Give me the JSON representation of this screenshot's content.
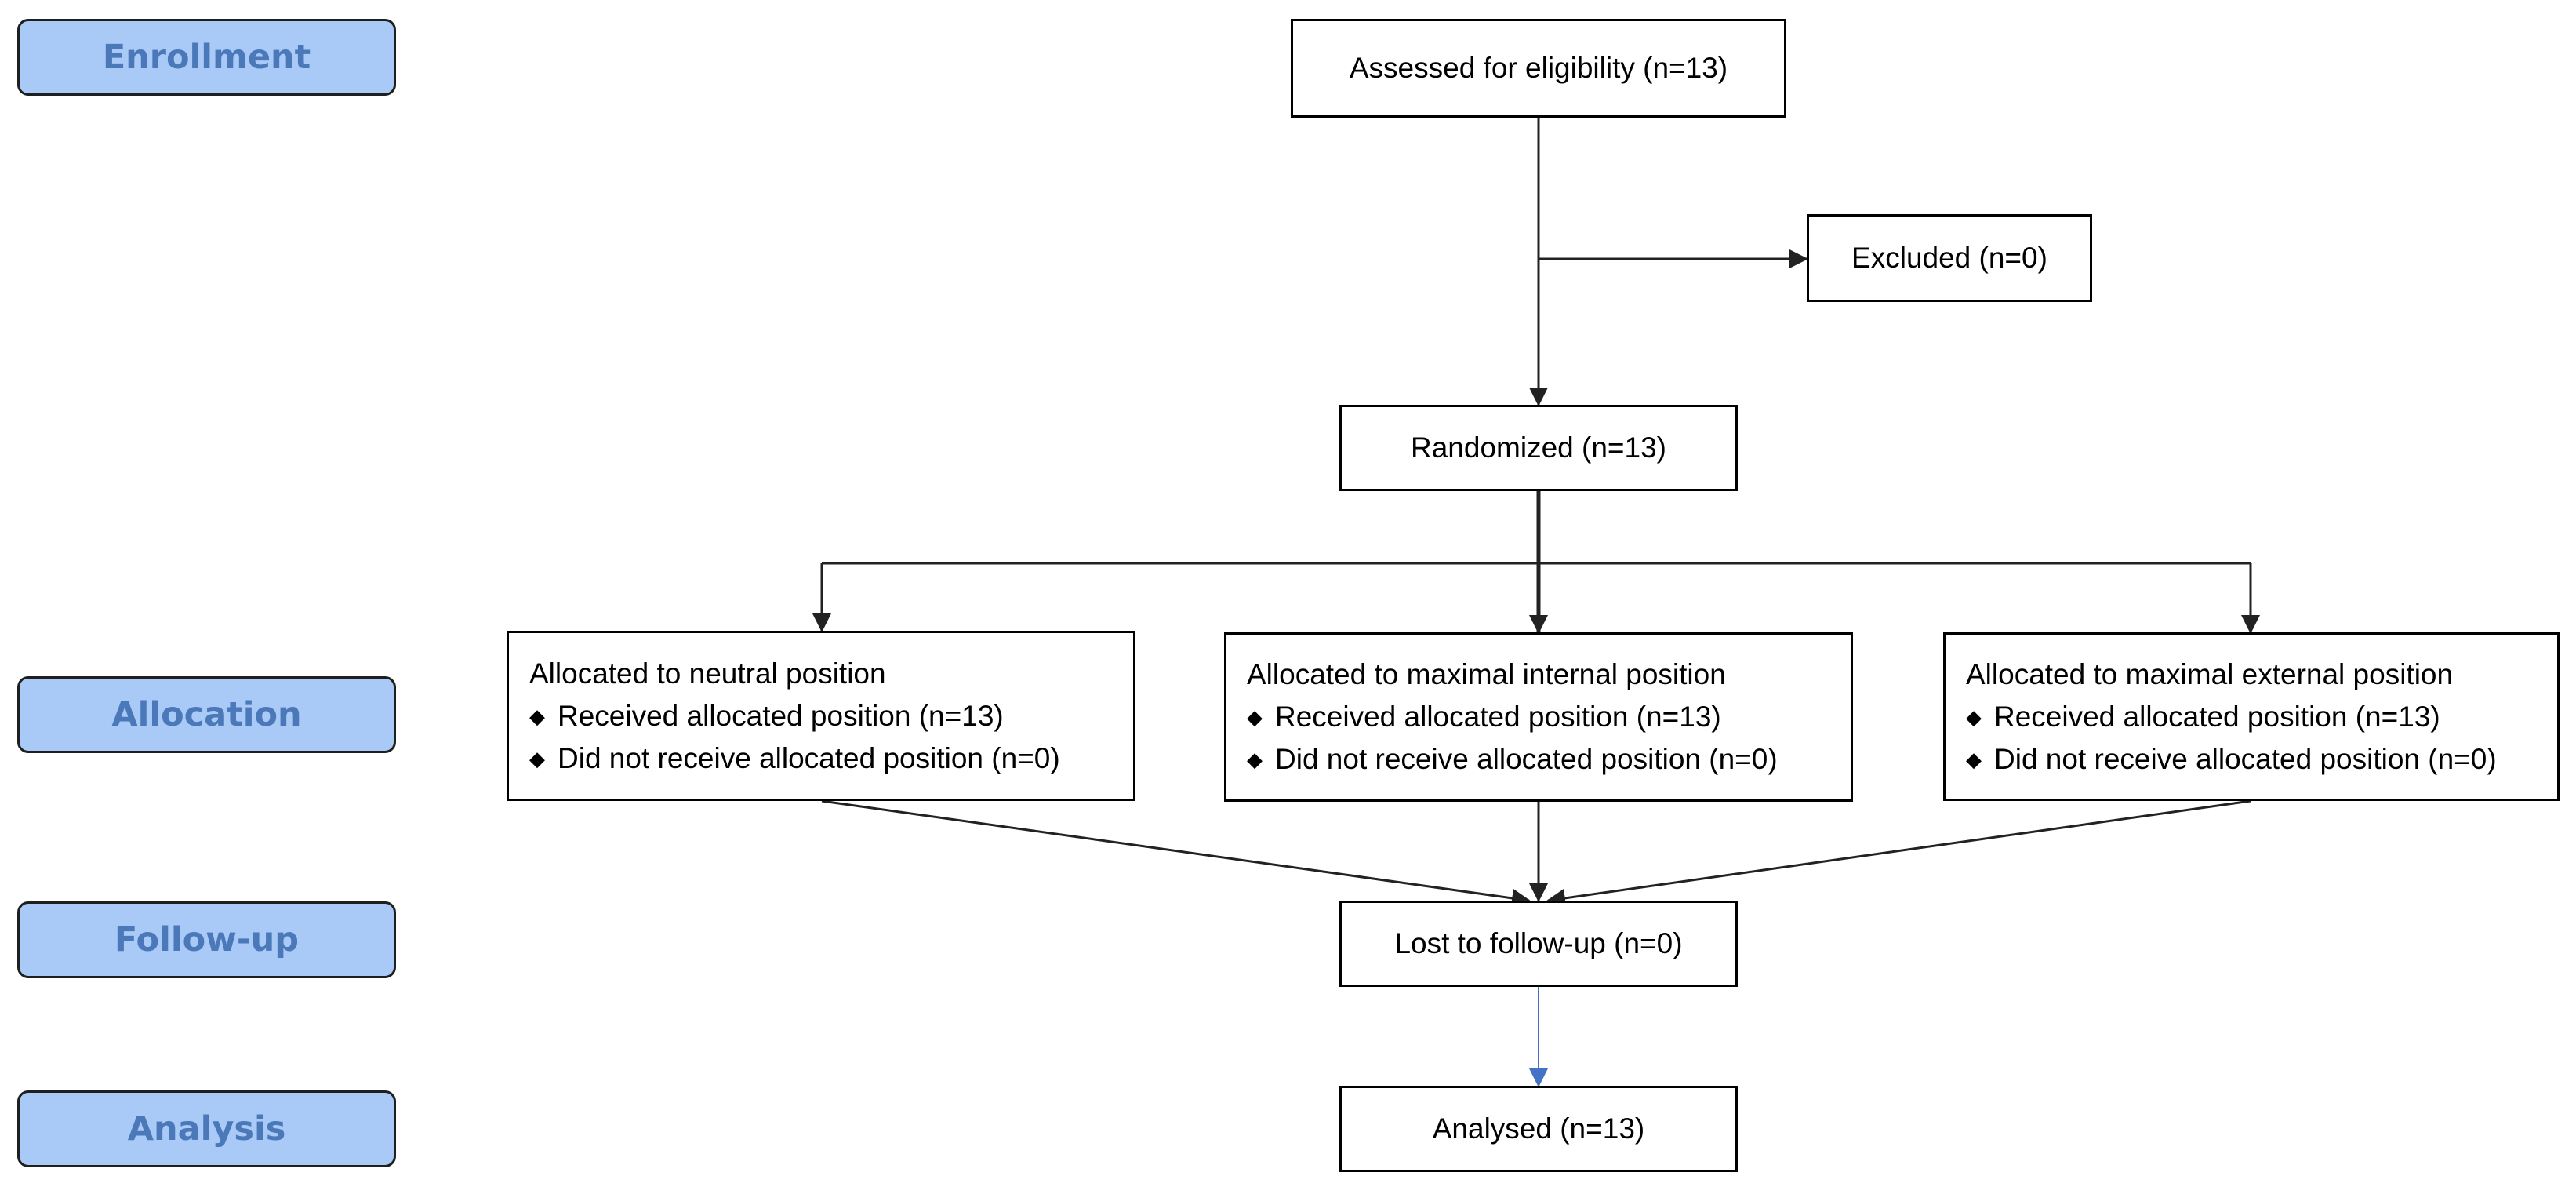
{
  "colors": {
    "stage_fill": "#a9c9f7",
    "stage_text": "#4a78b8",
    "box_border": "#000000",
    "arrow": "#222222",
    "arrow_blue": "#4472c4"
  },
  "stages": {
    "enrollment": "Enrollment",
    "allocation": "Allocation",
    "follow_up": "Follow-up",
    "analysis": "Analysis"
  },
  "boxes": {
    "assessed": "Assessed for eligibility (n=13)",
    "excluded": "Excluded (n=0)",
    "randomized": "Randomized (n=13)",
    "groups": [
      {
        "title": "Allocated to neutral position",
        "items": [
          "Received allocated position (n=13)",
          "Did not receive allocated position (n=0)"
        ]
      },
      {
        "title": "Allocated to maximal internal position",
        "items": [
          "Received allocated position (n=13)",
          "Did not receive allocated position (n=0)"
        ]
      },
      {
        "title": "Allocated to maximal external position",
        "items": [
          "Received allocated position (n=13)",
          "Did not receive allocated position (n=0)"
        ]
      }
    ],
    "lost": "Lost to follow-up (n=0)",
    "analysed": "Analysed (n=13)"
  },
  "bullet_icon": "diamond-icon"
}
